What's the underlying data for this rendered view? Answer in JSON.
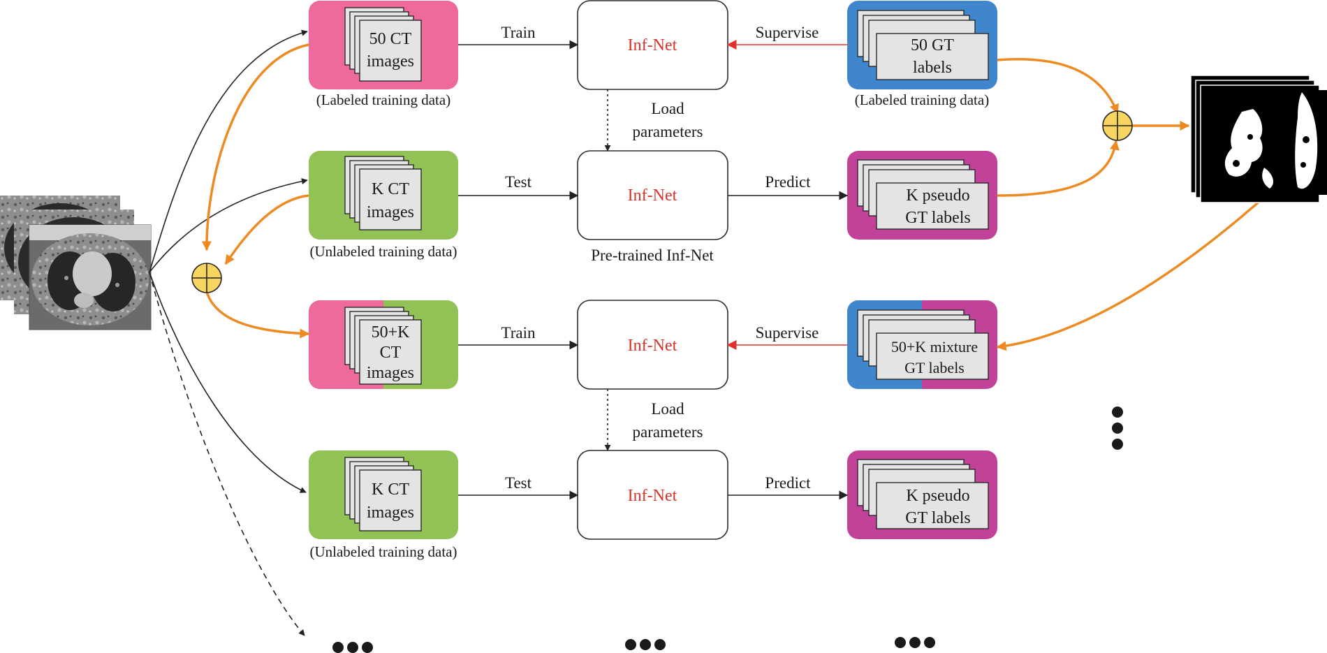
{
  "colors": {
    "pink": "#ee6a9c",
    "green": "#92c255",
    "blue": "#3f86cc",
    "magenta": "#c2429a",
    "orange": "#ee8a22",
    "red": "#e0322a",
    "sum_fill": "#f7d560",
    "card_fill": "#e4e4e4",
    "net_text": "#d6332a"
  },
  "net_label": "Inf-Net",
  "pretrained_caption": "Pre-trained Inf-Net",
  "load_params": {
    "line1": "Load",
    "line2": "parameters"
  },
  "rows": [
    {
      "input": {
        "lines": [
          "50 CT",
          "images"
        ],
        "caption": "(Labeled training data)"
      },
      "action": "Train",
      "feedback": "Supervise",
      "output": {
        "lines": [
          "50 GT",
          "labels"
        ],
        "caption": "(Labeled training data)"
      }
    },
    {
      "input": {
        "lines": [
          "K CT",
          "images"
        ],
        "caption": "(Unlabeled training data)"
      },
      "action": "Test",
      "feedback": "Predict",
      "output": {
        "lines": [
          "K pseudo",
          "GT labels"
        ]
      }
    },
    {
      "input": {
        "lines": [
          "50+K",
          "CT",
          "images"
        ]
      },
      "action": "Train",
      "feedback": "Supervise",
      "output": {
        "lines": [
          "50+K mixture",
          "GT labels"
        ]
      }
    },
    {
      "input": {
        "lines": [
          "K CT",
          "images"
        ],
        "caption": "(Unlabeled training data)"
      },
      "action": "Test",
      "feedback": "Predict",
      "output": {
        "lines": [
          "K pseudo",
          "GT labels"
        ]
      }
    }
  ]
}
